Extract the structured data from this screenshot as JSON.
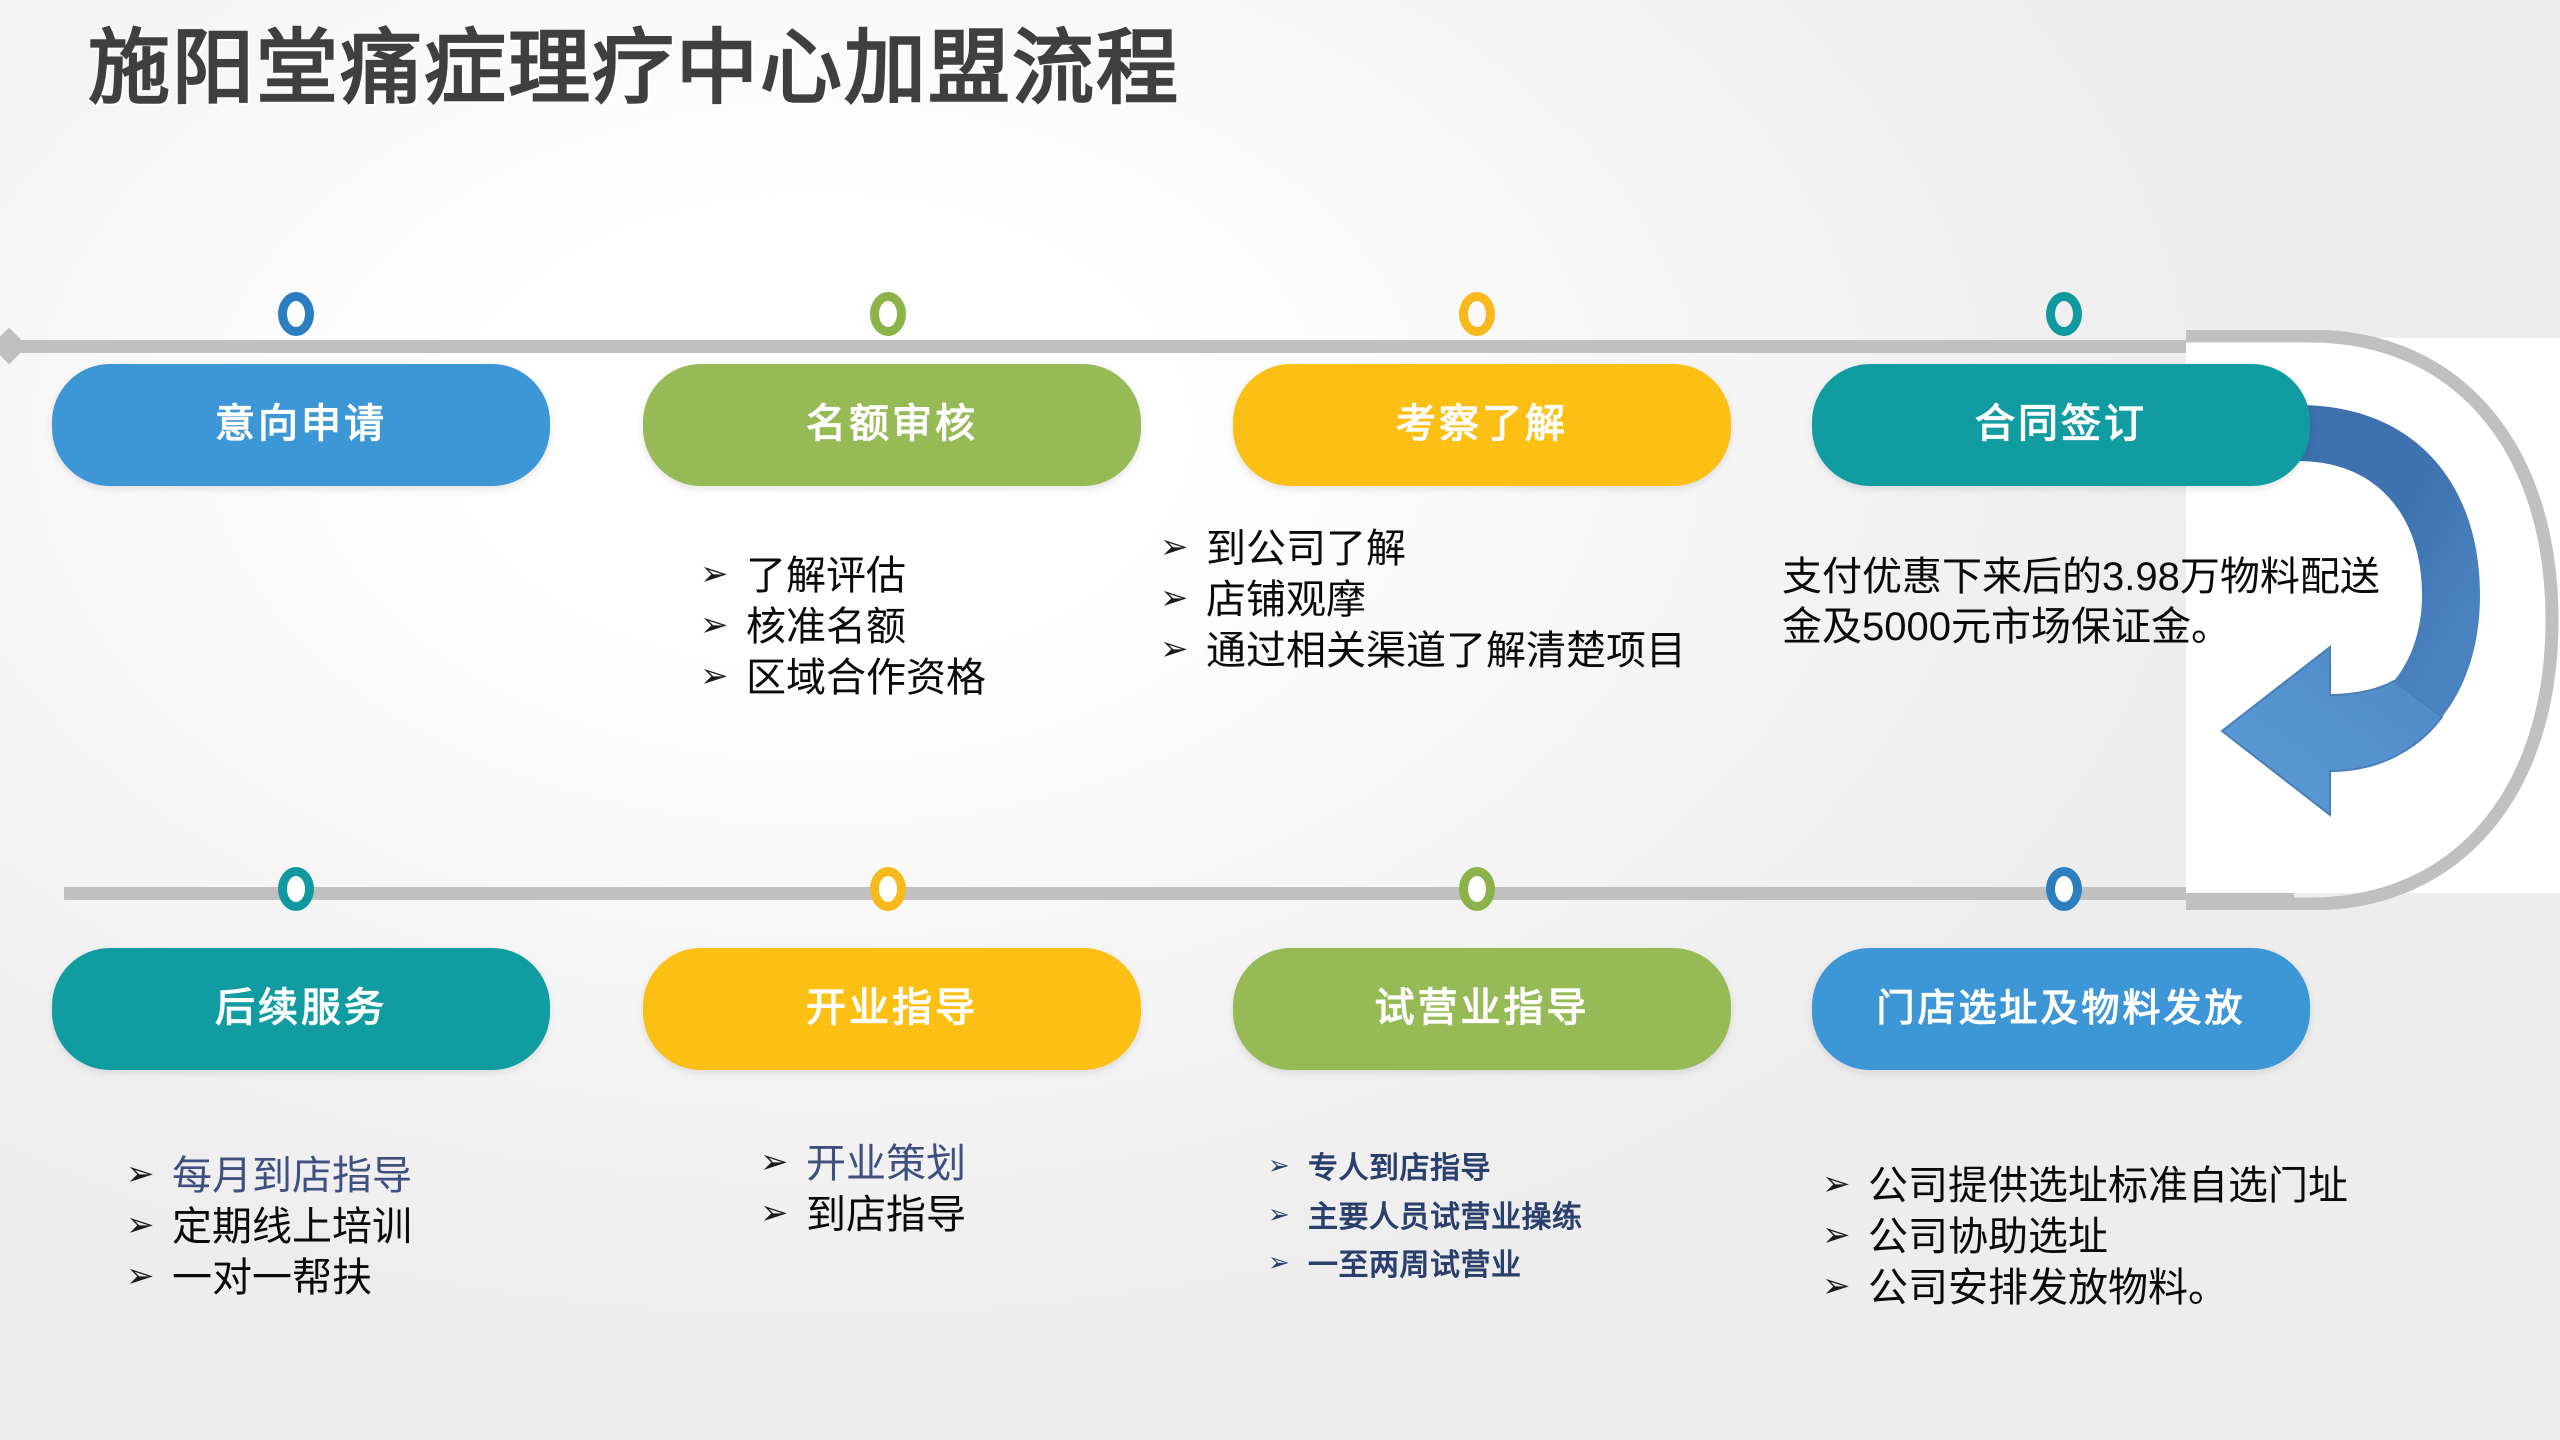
{
  "title": "施阳堂痛症理疗中心加盟流程",
  "colors": {
    "blue": "#3d96d6",
    "green": "#96ba56",
    "amber": "#fcbf14",
    "teal": "#119ca1",
    "rail_gray": "#c0c0c0",
    "title_gray": "#3f3f3f",
    "navy_text": "#3f4f7f",
    "bold_navy_text": "#2a3f6b",
    "arrow_dark_blue": "#3a6ead",
    "arrow_light_blue": "#5b9bd8"
  },
  "row1": {
    "steps": [
      {
        "marker": "step-marker-ring",
        "marker_color": "#2b7fc0",
        "label": "意向申请",
        "pill_color": "#3d96d6",
        "bullets": []
      },
      {
        "marker": "step-marker-ring",
        "marker_color": "#8cb34a",
        "label": "名额审核",
        "pill_color": "#96ba56",
        "bullets": [
          "了解评估",
          "核准名额",
          "区域合作资格"
        ]
      },
      {
        "marker": "step-marker-ring",
        "marker_color": "#f7b91c",
        "label": "考察了解",
        "pill_color": "#fcbf14",
        "bullets": [
          "到公司了解",
          "店铺观摩",
          "通过相关渠道了解清楚项目"
        ]
      },
      {
        "marker": "step-marker-ring",
        "marker_color": "#109aa0",
        "label": "合同签订",
        "pill_color": "#119ca1",
        "bullets": [],
        "paragraph": "支付优惠下来后的3.98万物料配送金及5000元市场保证金。"
      }
    ]
  },
  "row2": {
    "steps": [
      {
        "marker": "step-marker-ring",
        "marker_color": "#109aa0",
        "label": "后续服务",
        "pill_color": "#119ca1",
        "bullets": [
          "每月到店指导",
          "定期线上培训",
          "一对一帮扶"
        ],
        "highlight_first": true
      },
      {
        "marker": "step-marker-ring",
        "marker_color": "#f7b91c",
        "label": "开业指导",
        "pill_color": "#fcbf14",
        "bullets": [
          "开业策划",
          "到店指导"
        ],
        "highlight_first": true
      },
      {
        "marker": "step-marker-ring",
        "marker_color": "#8cb34a",
        "label": "试营业指导",
        "pill_color": "#96ba56",
        "bullets": [
          "专人到店指导",
          "主要人员试营业操练",
          "一至两周试营业"
        ],
        "style": "bold-navy"
      },
      {
        "marker": "step-marker-ring",
        "marker_color": "#2b7fc0",
        "label": "门店选址及物料发放",
        "pill_color": "#3d96d6",
        "bullets": [
          "公司提供选址标准自选门址",
          "公司协助选址",
          "公司安排发放物料。"
        ]
      }
    ]
  },
  "bullet_glyph": "➢",
  "loop_arrow": {
    "name": "u-turn-arrow",
    "direction": "right-down-left"
  }
}
